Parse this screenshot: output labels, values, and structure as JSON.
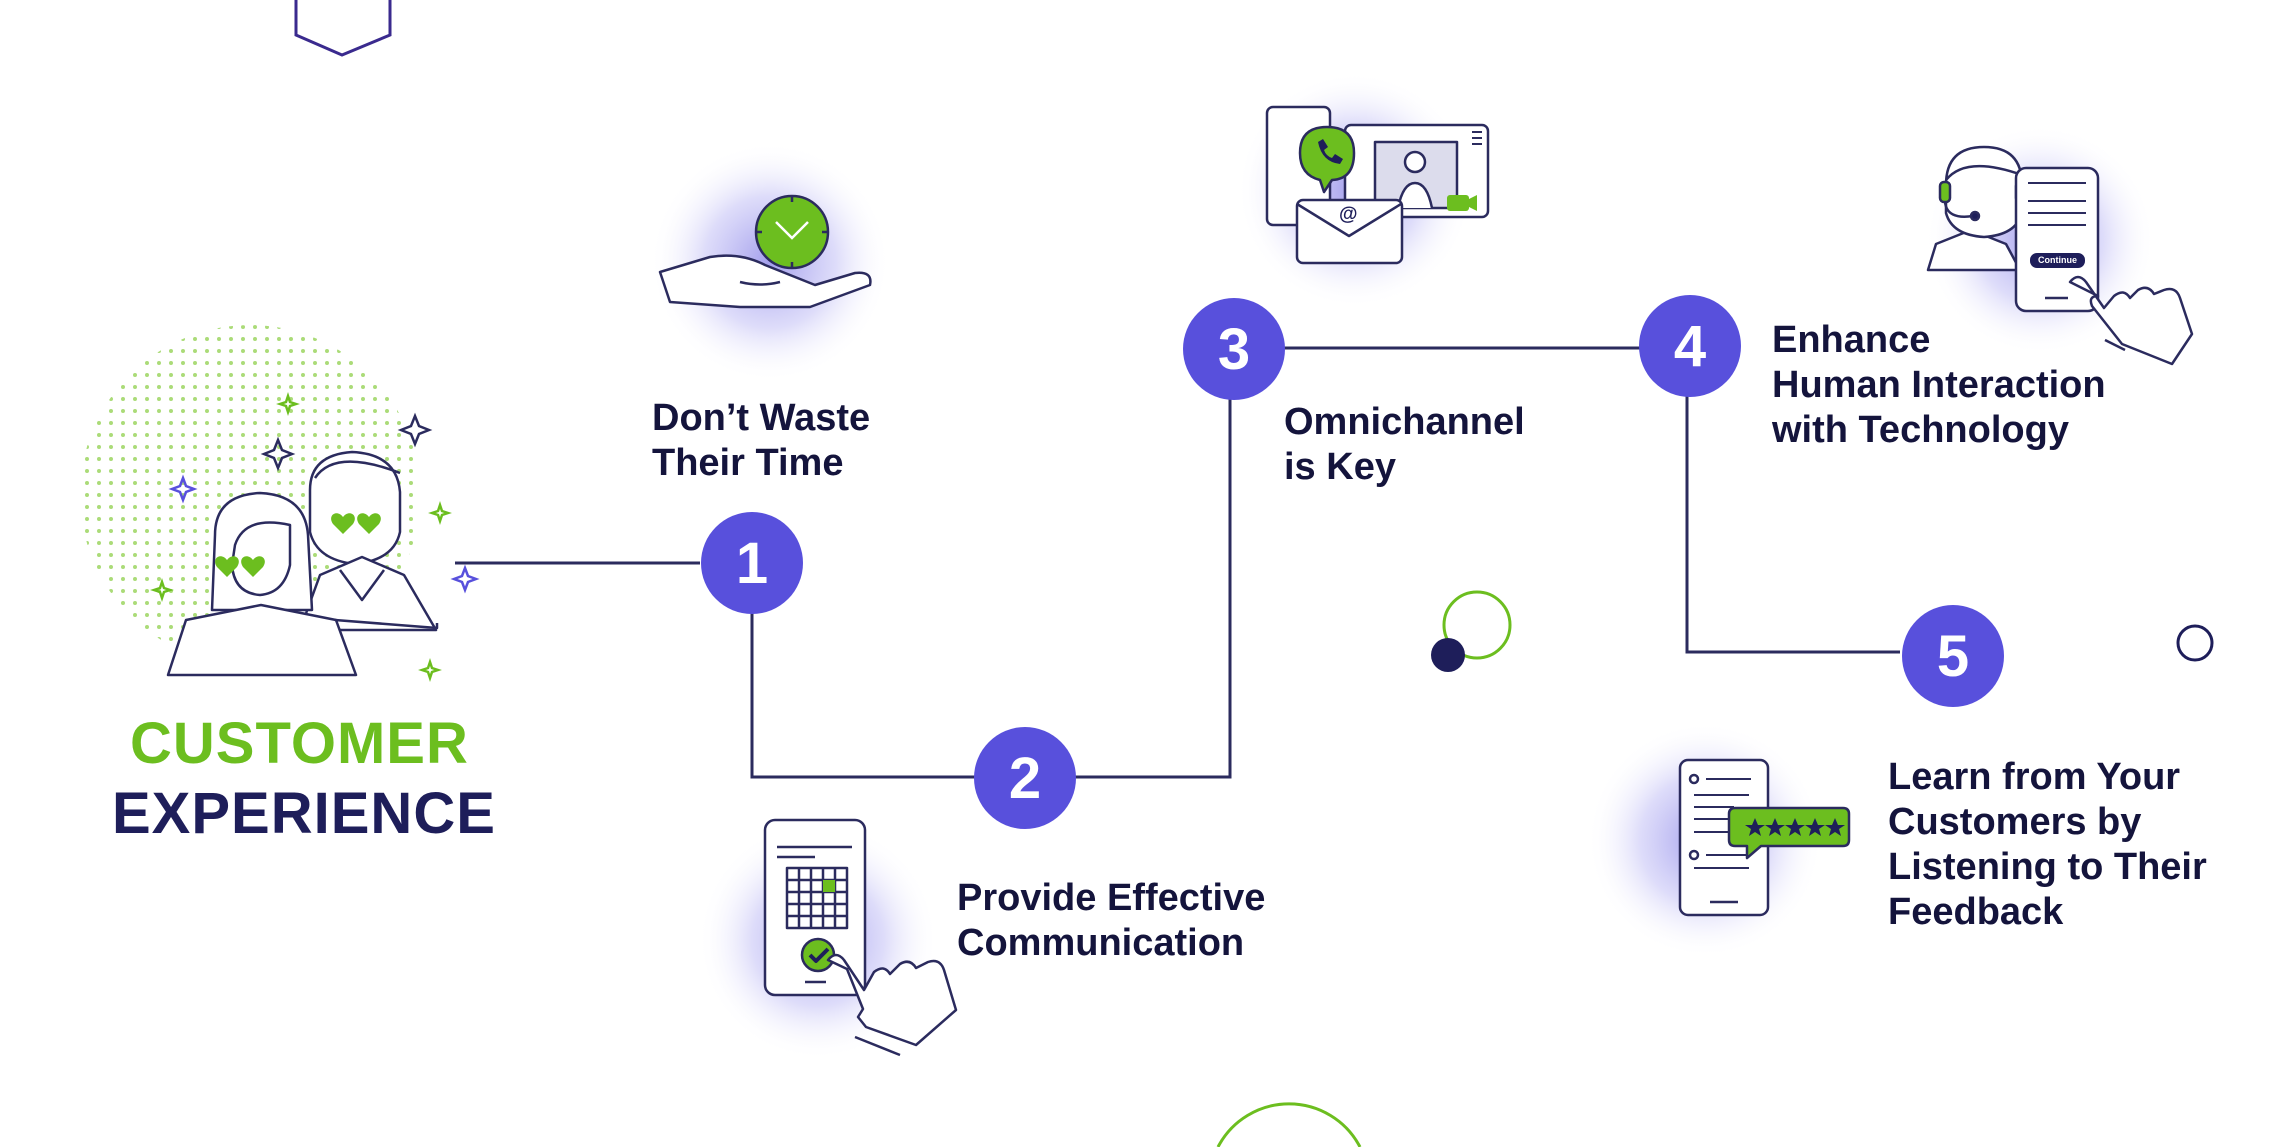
{
  "title": {
    "line1": "CUSTOMER",
    "line2": "EXPERIENCE"
  },
  "colors": {
    "green": "#6cbe1f",
    "navy": "#1e1e5a",
    "purple": "#5850dc",
    "line": "#2b2b5e"
  },
  "steps": [
    {
      "number": "1",
      "lines": [
        "Don’t Waste",
        "Their Time"
      ],
      "icon": "hand-clock-icon"
    },
    {
      "number": "2",
      "lines": [
        "Provide Effective",
        "Communication"
      ],
      "icon": "phone-calendar-tap-icon"
    },
    {
      "number": "3",
      "lines": [
        "Omnichannel",
        "is Key"
      ],
      "icon": "omnichannel-devices-icon"
    },
    {
      "number": "4",
      "lines": [
        "Enhance",
        "Human Interaction",
        "with Technology"
      ],
      "icon": "agent-phone-tap-icon"
    },
    {
      "number": "5",
      "lines": [
        "Learn from Your",
        "Customers by",
        "Listening to Their",
        "Feedback"
      ],
      "icon": "review-stars-icon"
    }
  ],
  "icons": {
    "continue_button": "Continue",
    "at_sign": "@"
  }
}
